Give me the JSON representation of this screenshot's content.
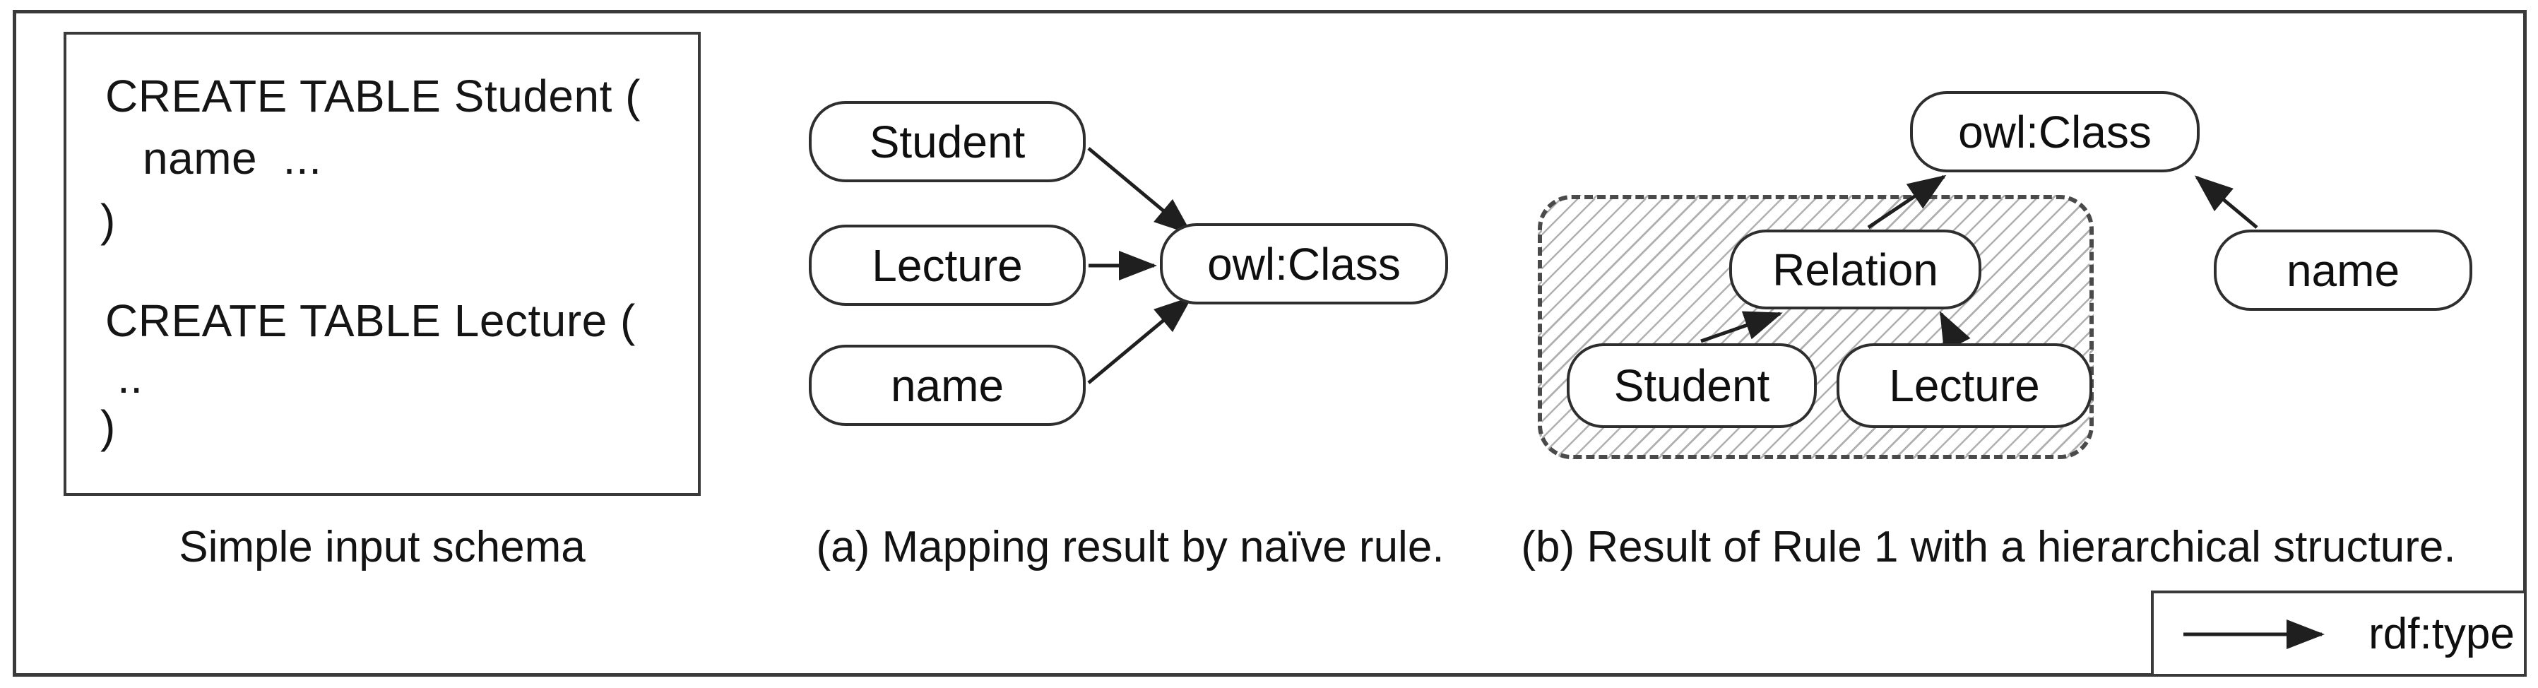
{
  "figure": {
    "background_color": "#ffffff",
    "line_color": "#1f1f1f",
    "schema_box": {
      "caption": "Simple input schema",
      "lines": [
        "CREATE TABLE Student (",
        "name  ...",
        ")",
        "CREATE TABLE Lecture (",
        "..",
        ")"
      ]
    },
    "diagram_a": {
      "caption": "(a) Mapping result by naïve rule.",
      "nodes": {
        "student": "Student",
        "lecture": "Lecture",
        "name": "name",
        "owl_class": "owl:Class"
      },
      "edges": [
        {
          "from": "Student",
          "to": "owl:Class",
          "relation": "rdf:type"
        },
        {
          "from": "Lecture",
          "to": "owl:Class",
          "relation": "rdf:type"
        },
        {
          "from": "name",
          "to": "owl:Class",
          "relation": "rdf:type"
        }
      ]
    },
    "diagram_b": {
      "caption": "(b) Result of Rule 1 with a hierarchical structure.",
      "nodes": {
        "owl_class": "owl:Class",
        "relation": "Relation",
        "student": "Student",
        "lecture": "Lecture",
        "name": "name"
      },
      "grouped_nodes": [
        "Relation",
        "Student",
        "Lecture"
      ],
      "edges": [
        {
          "from": "Relation",
          "to": "owl:Class",
          "relation": "rdf:type"
        },
        {
          "from": "Student",
          "to": "Relation",
          "relation": "rdf:type"
        },
        {
          "from": "Lecture",
          "to": "Relation",
          "relation": "rdf:type"
        },
        {
          "from": "name",
          "to": "owl:Class",
          "relation": "rdf:type"
        }
      ]
    },
    "legend": {
      "symbol": "arrow-right",
      "label": "rdf:type"
    }
  }
}
